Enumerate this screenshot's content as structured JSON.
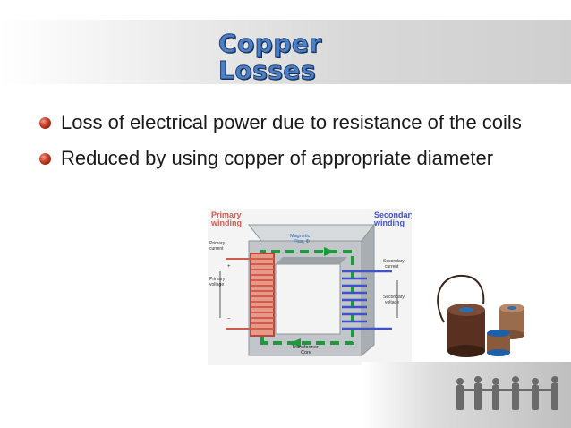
{
  "title": {
    "line1": "Copper",
    "line2": "Losses"
  },
  "bullets": [
    {
      "text": "Loss of electrical power due to resistance of the coils"
    },
    {
      "text": "Reduced by using copper of appropriate diameter"
    }
  ],
  "diagram": {
    "primary_label_1": "Primary",
    "primary_label_2": "winding",
    "secondary_label_1": "Secondary",
    "secondary_label_2": "winding",
    "primary_current_1": "Primary",
    "primary_current_2": "current",
    "primary_voltage_1": "Primary",
    "primary_voltage_2": "voltage",
    "magnetic_flux_1": "Magnetic",
    "magnetic_flux_2": "Flux, Φ",
    "secondary_current_1": "Secondary",
    "secondary_current_2": "current",
    "secondary_voltage_1": "Secondary",
    "secondary_voltage_2": "voltage",
    "core_label_1": "Transformer",
    "core_label_2": "Core",
    "plus": "+",
    "minus": "–"
  },
  "colors": {
    "title_fill": "#4d7fc4",
    "primary_coil": "#d15b4c",
    "secondary_coil": "#3f52c9",
    "flux_arrow": "#1e9a3c",
    "bullet": "#c53a24"
  },
  "icons": {
    "bullet": "red-sphere-bullet",
    "flux": "dashed-arrow-icon"
  }
}
